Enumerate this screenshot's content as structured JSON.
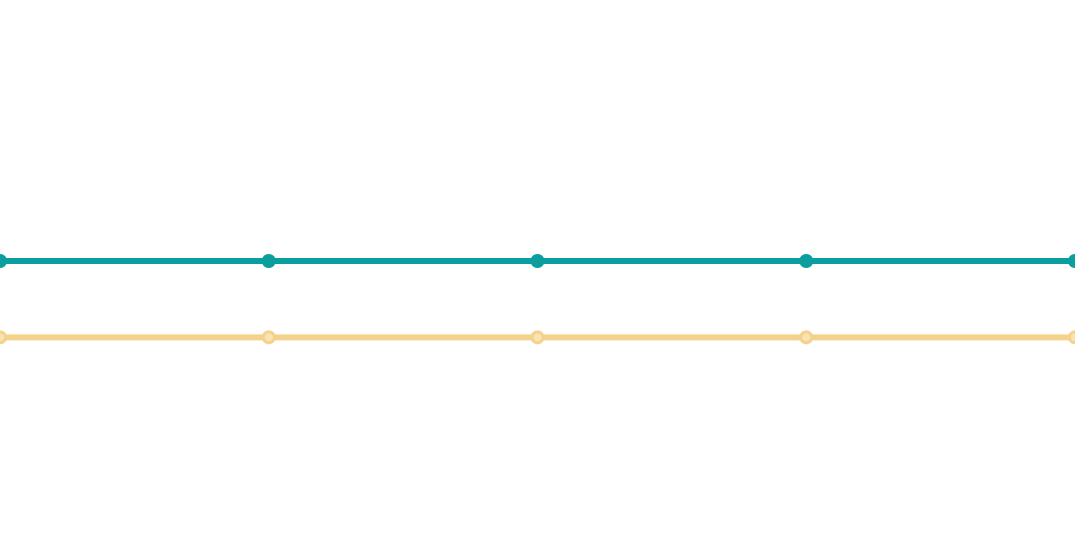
{
  "chart_data": {
    "type": "line",
    "x": [
      1,
      2,
      3,
      4,
      5
    ],
    "series": [
      {
        "values": [
          2,
          2,
          2,
          2,
          2
        ],
        "color": "#0a9e9e",
        "marker": "filled-circle"
      },
      {
        "values": [
          1,
          1,
          1,
          1,
          1
        ],
        "color": "#f5d28c",
        "marker": "ring-circle"
      }
    ],
    "xlim": [
      1,
      5
    ],
    "ylim": [
      -1.59,
      5.42
    ],
    "grid": false,
    "legend": "none",
    "title": "",
    "xlabel": "",
    "ylabel": ""
  }
}
